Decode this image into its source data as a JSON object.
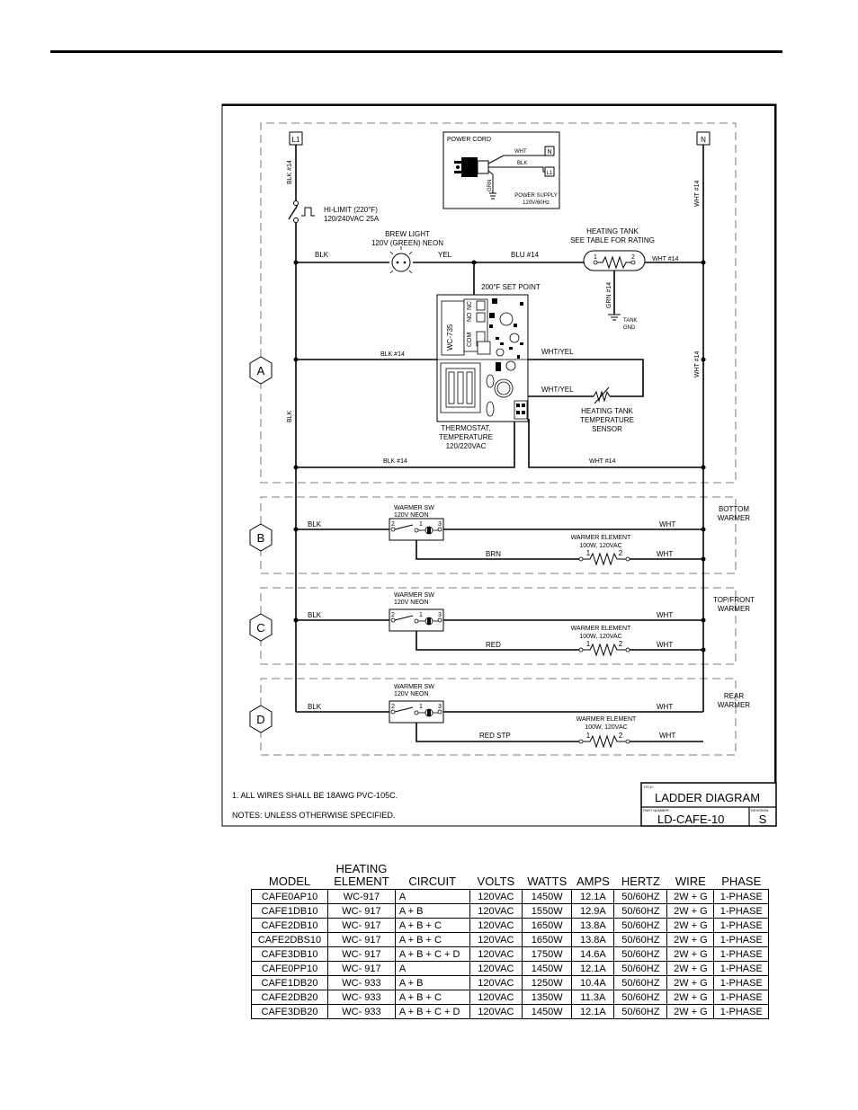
{
  "wiring": {
    "l1": "L1",
    "n": "N",
    "blk14": "BLK #14",
    "hilimit": [
      "HI-LIMIT (220°F)",
      "120/240VAC 25A"
    ],
    "brewlight": [
      "BREW LIGHT",
      "120V (GREEN) NEON"
    ],
    "blk": "BLK",
    "yel": "YEL",
    "blu14": "BLU #14",
    "wht14": "WHT #14",
    "heating_tank": [
      "HEATING TANK",
      "SEE TABLE FOR RATING"
    ],
    "grn14": "GRN #14",
    "tank_gnd": [
      "TANK",
      "GND"
    ],
    "setpoint": "200°F SET POINT",
    "wc735": "WC-735",
    "com": "COM",
    "no": "NO",
    "nc": "NC",
    "whtyel": "WHT/YEL",
    "sensor": [
      "HEATING TANK",
      "TEMPERATURE",
      "SENSOR"
    ],
    "thermostat": [
      "THERMOSTAT,",
      "TEMPERATURE",
      "120/220VAC"
    ],
    "power_cord": "POWER CORD",
    "pc_wht": "WHT",
    "pc_blk": "BLK",
    "pc_grn": "GRN",
    "pc_n": "N",
    "pc_l1": "L1",
    "power_supply": [
      "POWER SUPPLY",
      "120V/60Hz"
    ],
    "wht": "WHT",
    "brn": "BRN",
    "red": "RED",
    "red_stp": "RED STP",
    "warmer_sw": [
      "WARMER SW",
      "120V NEON"
    ],
    "warmer_el": [
      "WARMER ELEMENT",
      "100W, 120VAC"
    ],
    "pin1": "1",
    "pin2": "2",
    "pin3": "3",
    "bottom_warmer": [
      "BOTTOM",
      "WARMER"
    ],
    "topfront_warmer": [
      "TOP/FRONT",
      "WARMER"
    ],
    "rear_warmer": [
      "REAR",
      "WARMER"
    ],
    "section_a": "A",
    "section_b": "B",
    "section_c": "C",
    "section_d": "D"
  },
  "notes": {
    "line1": "1. ALL WIRES SHALL BE 18AWG PVC-105C.",
    "line2": "NOTES: UNLESS OTHERWISE SPECIFIED."
  },
  "title_block": {
    "title_label": "TITLE:",
    "title": "LADDER DIAGRAM",
    "part_label": "PART NUMBER:",
    "part_number": "LD-CAFE-10",
    "rev_label": "REVISION:",
    "revision": "S"
  },
  "table": {
    "headers": [
      "MODEL",
      "HEATING ELEMENT",
      "CIRCUIT",
      "VOLTS",
      "WATTS",
      "AMPS",
      "HERTZ",
      "WIRE",
      "PHASE"
    ],
    "rows": [
      [
        "CAFE0AP10",
        "WC-917",
        "A",
        "120VAC",
        "1450W",
        "12.1A",
        "50/60HZ",
        "2W + G",
        "1-PHASE"
      ],
      [
        "CAFE1DB10",
        "WC- 917",
        "A + B",
        "120VAC",
        "1550W",
        "12.9A",
        "50/60HZ",
        "2W + G",
        "1-PHASE"
      ],
      [
        "CAFE2DB10",
        "WC- 917",
        "A + B + C",
        "120VAC",
        "1650W",
        "13.8A",
        "50/60HZ",
        "2W + G",
        "1-PHASE"
      ],
      [
        "CAFE2DBS10",
        "WC- 917",
        "A + B + C",
        "120VAC",
        "1650W",
        "13.8A",
        "50/60HZ",
        "2W + G",
        "1-PHASE"
      ],
      [
        "CAFE3DB10",
        "WC- 917",
        "A + B + C + D",
        "120VAC",
        "1750W",
        "14.6A",
        "50/60HZ",
        "2W + G",
        "1-PHASE"
      ],
      [
        "CAFE0PP10",
        "WC- 917",
        "A",
        "120VAC",
        "1450W",
        "12.1A",
        "50/60HZ",
        "2W + G",
        "1-PHASE"
      ],
      [
        "CAFE1DB20",
        "WC- 933",
        "A + B",
        "120VAC",
        "1250W",
        "10.4A",
        "50/60HZ",
        "2W + G",
        "1-PHASE"
      ],
      [
        "CAFE2DB20",
        "WC- 933",
        "A + B + C",
        "120VAC",
        "1350W",
        "11.3A",
        "50/60HZ",
        "2W + G",
        "1-PHASE"
      ],
      [
        "CAFE3DB20",
        "WC- 933",
        "A + B + C + D",
        "120VAC",
        "1450W",
        "12.1A",
        "50/60HZ",
        "2W + G",
        "1-PHASE"
      ]
    ]
  }
}
